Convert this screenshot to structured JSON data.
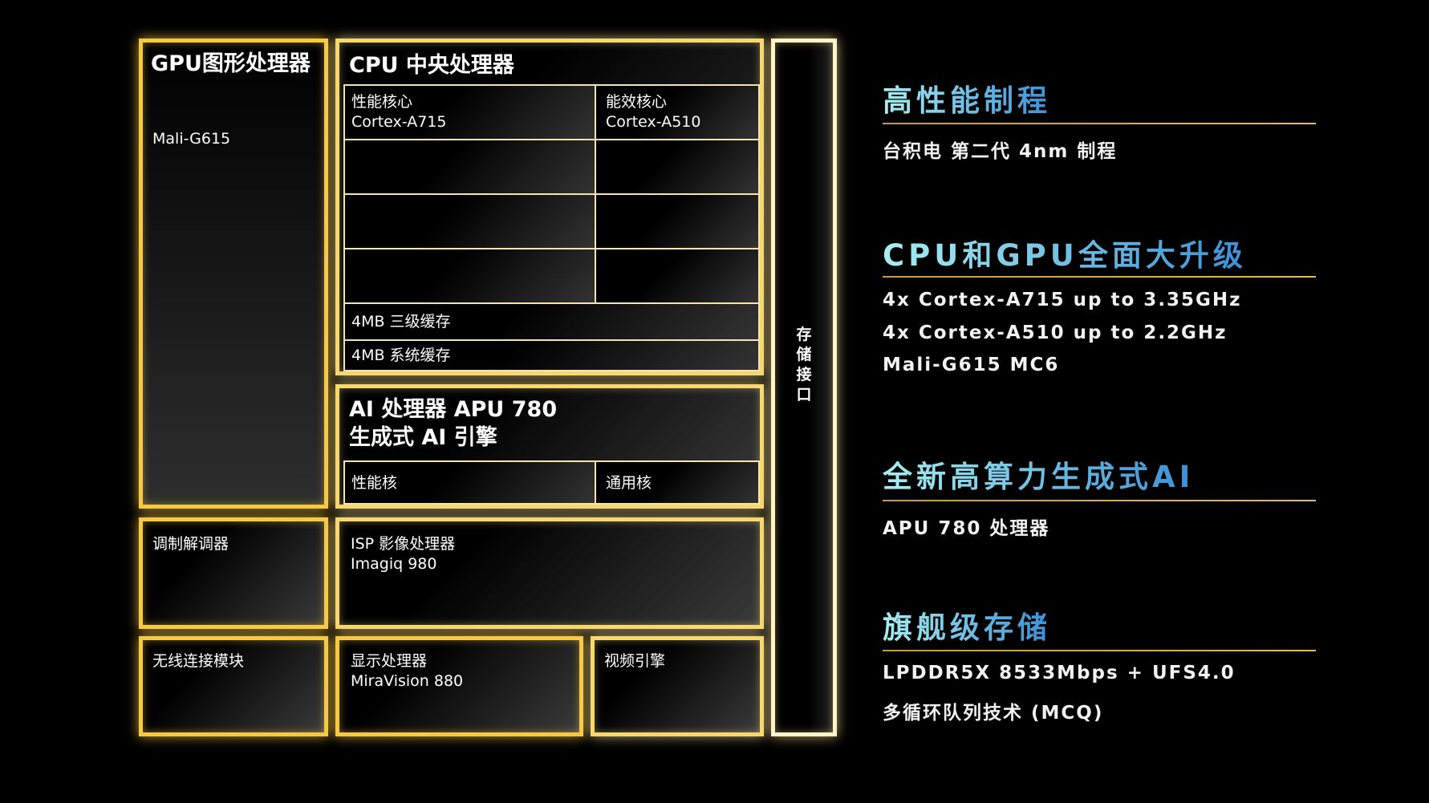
{
  "diagram": {
    "gpu": {
      "title": "GPU图形处理器",
      "model": "Mali-G615"
    },
    "cpu": {
      "title": "CPU 中央处理器",
      "perf_label": "性能核心",
      "perf_model": "Cortex-A715",
      "eff_label": "能效核心",
      "eff_model": "Cortex-A510",
      "l3": "4MB 三级缓存",
      "slc": "4MB 系统缓存"
    },
    "storage": {
      "chars": [
        "存",
        "储",
        "接",
        "口"
      ]
    },
    "ai": {
      "title1": "AI 处理器 APU 780",
      "title2": "生成式 AI 引擎",
      "perf": "性能核",
      "general": "通用核"
    },
    "modem": "调制解调器",
    "isp": {
      "title": "ISP 影像处理器",
      "model": "Imagiq 980"
    },
    "wireless": "无线连接模块",
    "display": {
      "title": "显示处理器",
      "model": "MiraVision 880"
    },
    "video": "视频引擎"
  },
  "features": [
    {
      "heading": "高性能制程",
      "lines": [
        "台积电 第二代 4nm 制程"
      ]
    },
    {
      "heading": "CPU和GPU全面大升级",
      "lines": [
        "4x Cortex-A715 up to 3.35GHz",
        "4x Cortex-A510 up to 2.2GHz",
        "Mali-G615 MC6"
      ]
    },
    {
      "heading": "全新高算力生成式AI",
      "lines": [
        "APU 780 处理器"
      ]
    },
    {
      "heading": "旗舰级存储",
      "lines": [
        "LPDDR5X 8533Mbps + UFS4.0",
        "多循环队列技术 (MCQ)"
      ]
    }
  ],
  "colors": {
    "gold": "#f6c945",
    "cyan": "#a7eef0",
    "blue": "#3b8fd6"
  }
}
